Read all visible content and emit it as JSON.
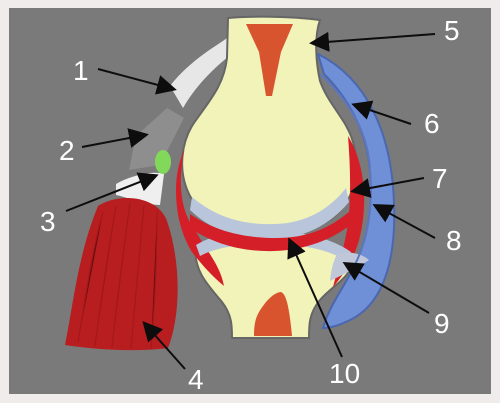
{
  "diagram": {
    "colors": {
      "background": "#7a7a7a",
      "outer_frame": "#f1ecec",
      "bone": "#f1f3b8",
      "marrow": "#d8542f",
      "cartilage": "#b9c5da",
      "synovial_cavity": "#d51f28",
      "capsule": "#6f8fd6",
      "muscle": "#b81d1f",
      "tendon_white": "#e7e7e7",
      "ligament_gray": "#8e8e8e",
      "bursa": "#81d85a",
      "arrow": "#0d0d0d",
      "label": "#ffffff"
    },
    "labels": [
      {
        "id": "1",
        "text": "1"
      },
      {
        "id": "2",
        "text": "2"
      },
      {
        "id": "3",
        "text": "3"
      },
      {
        "id": "4",
        "text": "4"
      },
      {
        "id": "5",
        "text": "5"
      },
      {
        "id": "6",
        "text": "6"
      },
      {
        "id": "7",
        "text": "7"
      },
      {
        "id": "8",
        "text": "8"
      },
      {
        "id": "9",
        "text": "9"
      },
      {
        "id": "10",
        "text": "10"
      }
    ]
  }
}
